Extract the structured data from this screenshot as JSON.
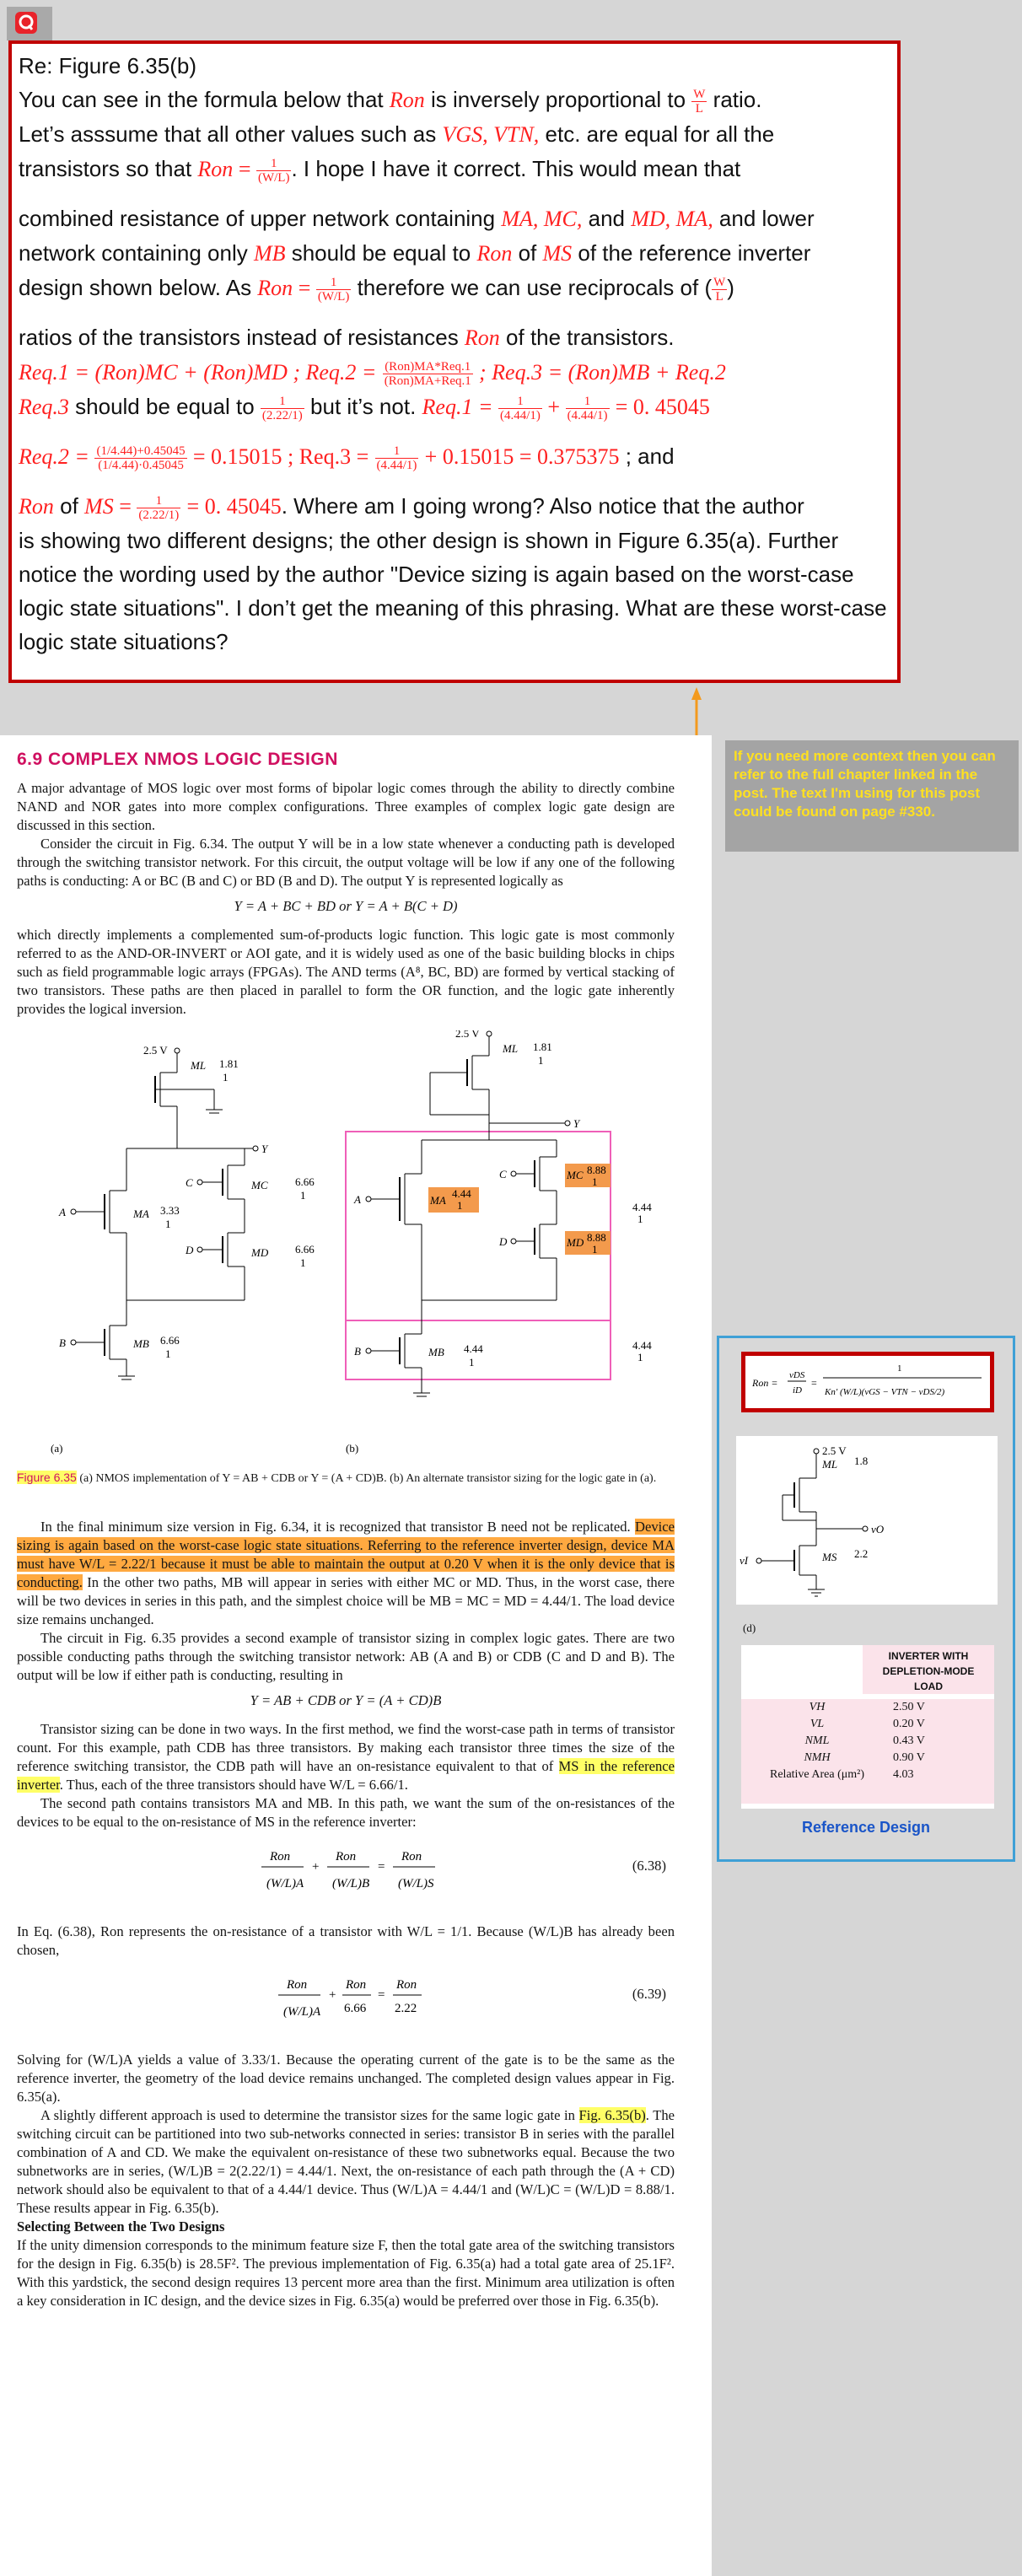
{
  "question": {
    "line1": "Re: Figure 6.35(b)",
    "p1_a": "You can see in the formula below that ",
    "p1_b": " is inversely proportional to ",
    "p1_c": " ratio.",
    "p2_a": "Let’s asssume that all other values such as ",
    "p2_b": " etc. are equal for all the",
    "p3_a": "transistors so that ",
    "p3_b": ". I hope I have it correct. This would mean that",
    "p4_a": "combined resistance of upper network containing ",
    "p4_b": " and ",
    "p4_c": " and lower",
    "p5_a": "network containing only ",
    "p5_b": " should be equal to ",
    "p5_c": " of ",
    "p5_d": " of the reference inverter",
    "p6_a": "design shown below. As ",
    "p6_b": " therefore we can use reciprocals of (",
    "p6_c": ")",
    "p7_a": "ratios of the transistors instead of resistances ",
    "p7_b": " of the transistors.",
    "p9_a": " should be equal to ",
    "p9_b": " but it’s not. ",
    "p10_a": " ; and",
    "p11_a": " of ",
    "p11_b": ". Where am I going wrong? Also notice that the author",
    "p12": "is showing two different designs; the other design is shown in Figure 6.35(a). Further notice the wording used by the author \"Device sizing is again based on the worst-case logic state situations\". I don’t get the meaning of this phrasing. What are these worst-case logic state situations?",
    "m_ron": "Ron",
    "m_wl": "W/L",
    "m_vgs": "VGS, VTN,",
    "m_ma": "MA, MC,",
    "m_md": "MD, MA,",
    "m_mb": "MB",
    "m_ms": "MS",
    "m_req1": "Req.1 = (Ron)MC + (Ron)MD ;  Req.2 =",
    "m_req1_frac_num": "(Ron)MA*Req.1",
    "m_req1_frac_den": "(Ron)MA+Req.1",
    "m_req3": ";  Req.3 = (Ron)MB + Req.2",
    "m_req3b": "Req.3",
    "m_val1": "= 0. 45045",
    "m_val2": "= 0.15015 ; Req.3 =",
    "m_val3": "+ 0.15015 = 0.375375",
    "m_val4": "= 0. 45045"
  },
  "context_note": "If you need more context then you can refer to the full chapter linked in the post. The text I'm using for this post could be found on page #330.",
  "reference": {
    "caption": "Reference Design",
    "table_header": [
      "INVERTER WITH",
      "DEPLETION-MODE",
      "LOAD"
    ],
    "rows": [
      {
        "label": "VH",
        "value": "2.50 V"
      },
      {
        "label": "VL",
        "value": "0.20 V"
      },
      {
        "label": "NML",
        "value": "0.43 V"
      },
      {
        "label": "NMH",
        "value": "0.90 V"
      },
      {
        "label": "Relative Area (μm²)",
        "value": "4.03"
      }
    ],
    "circuit_vdd": "2.5 V",
    "ml": "ML",
    "ml_ratio": "1.8",
    "ms": "MS",
    "ms_ratio": "2.2",
    "vo": "vO",
    "vi": "vI",
    "label_d": "(d)"
  },
  "page": {
    "title": "6.9 COMPLEX NMOS LOGIC DESIGN",
    "p1": "A major advantage of MOS logic over most forms of bipolar logic comes through the ability to directly combine NAND and NOR gates into more complex configurations. Three examples of complex logic gate design are discussed in this section.",
    "p2": "Consider the circuit in Fig. 6.34. The output Y will be in a low state whenever a conducting path is developed through the switching transistor network. For this circuit, the output voltage will be low if any one of the following paths is conducting: A or BC (B and C) or BD (B and D). The output Y is represented logically as",
    "eq1": "Y = A + BC + BD        or        Y = A + B(C + D)",
    "p3": "which directly implements a complemented sum-of-products logic function. This logic gate is most commonly referred to as the AND-OR-INVERT or AOI gate, and it is widely used as one of the basic building blocks in chips such as field programmable logic arrays (FPGAs). The AND terms (A⁸, BC, BD) are formed by vertical stacking of two transistors. These paths are then placed in parallel to form the OR function, and the logic gate inherently provides the logical inversion.",
    "fig": {
      "vdd": "2.5 V",
      "ml": "ML",
      "ml_ratio": "1.81",
      "mc": "MC",
      "mc_ratio": "6.66",
      "ma": "MA",
      "ma_ratio": "3.33",
      "md": "MD",
      "md_ratio": "6.66",
      "mb": "MB",
      "mb_ratio": "6.66",
      "b_mc_ratio": "8.88",
      "b_ma_ratio": "4.44",
      "b_md_ratio": "8.88",
      "b_mb_ratio": "4.44",
      "side1": "4.44",
      "side2": "4.44",
      "y": "Y",
      "c": "C",
      "a": "A",
      "d": "D",
      "b": "B",
      "one": "1",
      "label_a": "(a)",
      "label_b": "(b)"
    },
    "caption_label": "Figure 6.35",
    "caption": " (a) NMOS implementation of Y = AB + CDB or Y = (A + CD)B. (b) An alternate transistor sizing for the logic gate in (a).",
    "p4_a": "In the final minimum size version in Fig. 6.34, it is recognized that transistor B need not be replicated. ",
    "p4_hl1": "Device sizing is again based on the worst-case logic state situations.",
    "p4_hl2": " Referring to the reference inverter design, device MA must have W/L = 2.22/1 because it must be able to maintain the output at 0.20 V when it is the only device that is conducting.",
    "p4_b": " In the other two paths, MB will appear in series with either MC or MD. Thus, in the worst case, there will be two devices in series in this path, and the simplest choice will be MB = MC = MD = 4.44/1. The load device size remains unchanged.",
    "p5": "The circuit in Fig. 6.35 provides a second example of transistor sizing in complex logic gates. There are two possible conducting paths through the switching transistor network: AB (A and B) or CDB (C and D and B). The output will be low if either path is conducting, resulting in",
    "eq2": "Y = AB + CDB        or        Y = (A + CD)B",
    "p6_a": "Transistor sizing can be done in two ways. In the first method, we find the worst-case path in terms of transistor count. For this example, path CDB has three transistors. By making each transistor three times the size of the reference switching transistor, the CDB path will have an on-resistance equivalent to that of ",
    "p6_hl": "MS in the reference inverter",
    "p6_b": ". Thus, each of the three transistors should have W/L = 6.66/1.",
    "p7": "The second path contains transistors MA and MB. In this path, we want the sum of the on-resistances of the devices to be equal to the on-resistance of MS in the reference inverter:",
    "eq638": "(6.38)",
    "p8": "In Eq. (6.38), Ron represents the on-resistance of a transistor with W/L = 1/1. Because (W/L)B has already been chosen,",
    "eq639": "(6.39)",
    "p9": "Solving for (W/L)A yields a value of 3.33/1. Because the operating current of the gate is to be the same as the reference inverter, the geometry of the load device remains unchanged. The completed design values appear in Fig. 6.35(a).",
    "p10_a": "A slightly different approach is used to determine the transistor sizes for the same logic gate in ",
    "p10_hl": "Fig. 6.35(b)",
    "p10_b": ". The switching circuit can be partitioned into two sub-networks connected in series: transistor B in series with the parallel combination of A and CD. We make the equivalent on-resistance of these two subnetworks equal. Because the two subnetworks are in series, (W/L)B = 2(2.22/1) = 4.44/1. Next, the on-resistance of each path through the (A + CD) network should also be equivalent to that of a 4.44/1 device. Thus (W/L)A = 4.44/1 and (W/L)C = (W/L)D = 8.88/1. These results appear in Fig. 6.35(b).",
    "subh": "Selecting Between the Two Designs",
    "p11": "If the unity dimension corresponds to the minimum feature size F, then the total gate area of the switching transistors for the design in Fig. 6.35(b) is 28.5F². The previous implementation of Fig. 6.35(a) had a total gate area of 25.1F². With this yardstick, the second design requires 13 percent more area than the first. Minimum area utilization is often a key consideration in IC design, and the device sizes in Fig. 6.35(a) would be preferred over those in Fig. 6.35(b)."
  },
  "colors": {
    "accent_red": "#c00000",
    "math_red": "#ff2020",
    "heading_pink": "#d01060",
    "highlight_orange": "#ffa940",
    "highlight_yellow": "#ffff66",
    "note_yellow": "#ffe020",
    "ref_blue": "#3fa0d6",
    "arrow_orange": "#f39a1e"
  }
}
